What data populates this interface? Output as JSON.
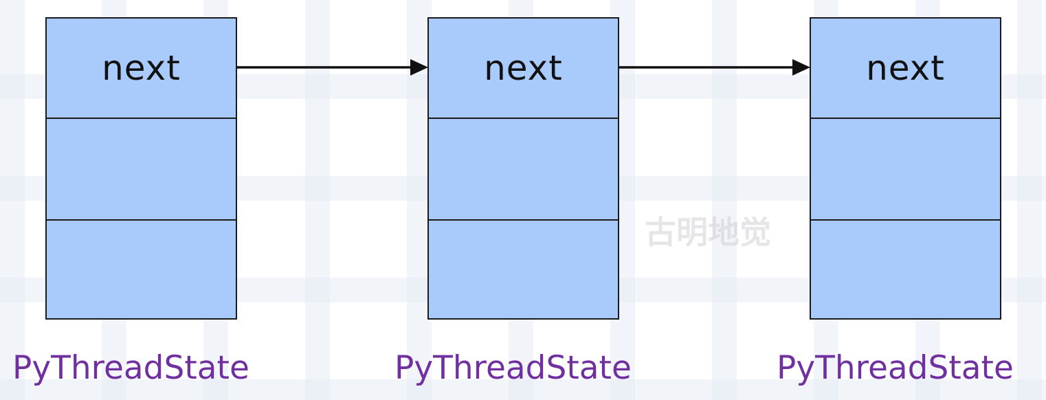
{
  "nodes": [
    {
      "field_label": "next",
      "caption": "PyThreadState"
    },
    {
      "field_label": "next",
      "caption": "PyThreadState"
    },
    {
      "field_label": "next",
      "caption": "PyThreadState"
    }
  ],
  "watermark": "古明地觉",
  "colors": {
    "node_fill": "#a9cbfc",
    "node_border": "#1a1a1a",
    "arrow": "#111111",
    "caption_text": "#7030a0",
    "label_text": "#111111"
  }
}
